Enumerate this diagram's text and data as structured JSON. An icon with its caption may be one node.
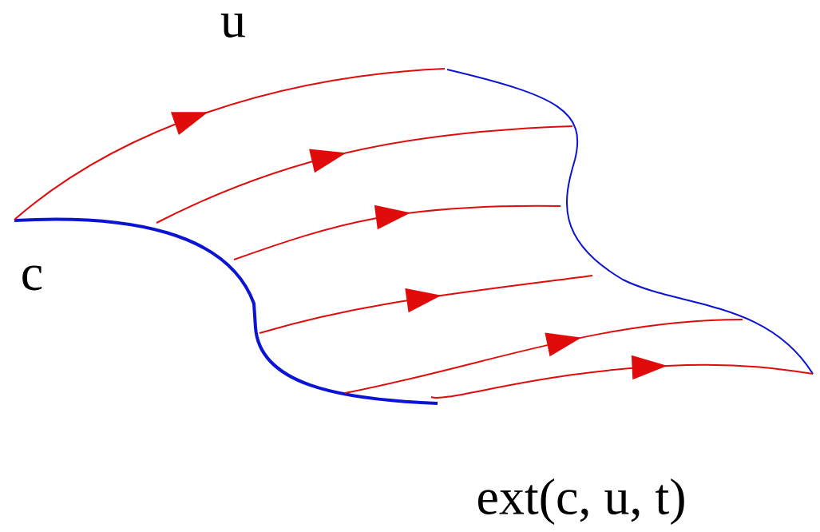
{
  "diagram": {
    "labels": [
      "u",
      "c",
      "ext(c, u, t)"
    ]
  }
}
